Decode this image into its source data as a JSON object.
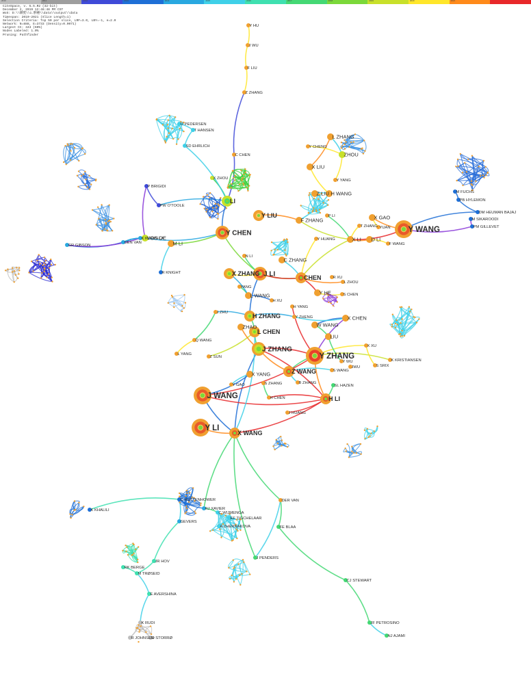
{
  "header": {
    "year_labels": [
      "2010",
      "2011",
      "2012",
      "2013",
      "2014",
      "2015",
      "2016",
      "2017",
      "2018",
      "2019",
      "2020",
      "2021"
    ],
    "year_colors": [
      "#bdbdbd",
      "#9e9e9e",
      "#3f4ad8",
      "#1e6fd6",
      "#29a8e0",
      "#3fd0e8",
      "#3fe0b0",
      "#44d874",
      "#7bd83a",
      "#c8e02a",
      "#ffe62a",
      "#ff8a1a",
      "#e8282a"
    ],
    "info_lines": [
      "CiteSpace, v. 5.5.R2 (32-bit)",
      "December 2, 2019 12:46:48 PM CST",
      "WoS: D:\\\\研究\\\\1.肝癌\\\\data\\\\output\\\\data",
      "Timespan: 2010-2021 (Slice Length=1)",
      "Selection Criteria: Top 50 per slice, LRF=3.0, LBY=-1, e=2.0",
      "Network: N=888, E=3733 (Density=0.0071)",
      "Largest CC: 343 (60%)",
      "Nodes Labeled: 1.0%",
      "Pruning: Pathfinder"
    ]
  },
  "network": {
    "nodes": [
      {
        "id": "yli",
        "label": "Y LI",
        "size": "xl",
        "rings": [
          "#f0a030",
          "#e85a2a",
          "#f8c860"
        ]
      },
      {
        "id": "jwang",
        "label": "J WANG",
        "size": "xl",
        "rings": [
          "#f0a030",
          "#e85a2a",
          "#f8c860"
        ]
      },
      {
        "id": "yzhang",
        "label": "Y ZHANG",
        "size": "xl",
        "rings": [
          "#f0a030",
          "#e8402a",
          "#f8c860"
        ]
      },
      {
        "id": "ywang",
        "label": "Y WANG",
        "size": "xl",
        "rings": [
          "#f0a030",
          "#e85a2a",
          "#f8c860"
        ]
      },
      {
        "id": "ychen",
        "label": "Y CHEN",
        "size": "l",
        "rings": [
          "#f0a030",
          "#e85a2a",
          "#f8c860"
        ]
      },
      {
        "id": "jli",
        "label": "J LI",
        "size": "l",
        "rings": [
          "#f0a030",
          "#e85a2a",
          "#f8c860"
        ]
      },
      {
        "id": "jzhang",
        "label": "J ZHANG",
        "size": "l",
        "rings": [
          "#f0a030",
          "#c8e02a",
          "#7bd83a"
        ]
      },
      {
        "id": "zwang",
        "label": "Z WANG",
        "size": "m",
        "rings": [
          "#f0a030",
          "#e85a2a"
        ]
      },
      {
        "id": "hzhang",
        "label": "H ZHANG",
        "size": "m",
        "rings": [
          "#f0a030",
          "#c8e02a"
        ]
      },
      {
        "id": "lchen",
        "label": "L CHEN",
        "size": "m",
        "rings": [
          "#f0a030",
          "#c8e02a"
        ]
      },
      {
        "id": "xwang",
        "label": "X WANG",
        "size": "m",
        "rings": [
          "#f0a030",
          "#e85a2a"
        ]
      },
      {
        "id": "xzhang",
        "label": "X ZHANG",
        "size": "m",
        "rings": [
          "#f0a030",
          "#c8e02a"
        ]
      },
      {
        "id": "chen",
        "label": "CHEN",
        "size": "m",
        "rings": [
          "#f0a030",
          "#e85a2a"
        ]
      },
      {
        "id": "yliu",
        "label": "Y LIU",
        "size": "m",
        "rings": [
          "#f0a030",
          "#f8c860"
        ]
      },
      {
        "id": "hli",
        "label": "H LI",
        "size": "m",
        "rings": [
          "#f0a030",
          "#e85a2a"
        ]
      },
      {
        "id": "li",
        "label": "LI",
        "size": "m",
        "rings": [
          "#c8e02a",
          "#44d874"
        ]
      },
      {
        "id": "xchen",
        "label": "X CHEN",
        "size": "s",
        "rings": [
          "#f0a030"
        ]
      },
      {
        "id": "wwang",
        "label": "W WANG",
        "size": "s",
        "rings": [
          "#f0a030"
        ]
      },
      {
        "id": "liu",
        "label": "LIU",
        "size": "s",
        "rings": [
          "#f0a030"
        ]
      },
      {
        "id": "xli",
        "label": "X LI",
        "size": "s",
        "rings": [
          "#f0a030"
        ]
      },
      {
        "id": "dli",
        "label": "D LI",
        "size": "s",
        "rings": [
          "#f0a030"
        ]
      },
      {
        "id": "xgao",
        "label": "X GAO",
        "size": "s",
        "rings": [
          "#f0a030"
        ]
      },
      {
        "id": "hwang",
        "label": "H WANG",
        "size": "s",
        "rings": [
          "#f0a030"
        ]
      },
      {
        "id": "zliu",
        "label": "Z LIU",
        "size": "s",
        "rings": [
          "#f0a030"
        ]
      },
      {
        "id": "fzhang",
        "label": "F ZHANG",
        "size": "s",
        "rings": [
          "#f0a030"
        ]
      },
      {
        "id": "xliu",
        "label": "X LIU",
        "size": "s",
        "rings": [
          "#f0a030"
        ]
      },
      {
        "id": "lzhang",
        "label": "L ZHANG",
        "size": "s",
        "rings": [
          "#f0a030"
        ]
      },
      {
        "id": "zhou",
        "label": "ZHOU",
        "size": "s",
        "rings": [
          "#c8e02a"
        ]
      },
      {
        "id": "czhang",
        "label": "C ZHANG",
        "size": "s",
        "rings": [
          "#f0a030"
        ]
      },
      {
        "id": "mli",
        "label": "M LI",
        "size": "s",
        "rings": [
          "#f0a030"
        ]
      },
      {
        "id": "lwang",
        "label": "L WANG",
        "size": "s",
        "rings": [
          "#f0a030"
        ]
      },
      {
        "id": "zhao",
        "label": "ZHAO",
        "size": "s",
        "rings": [
          "#f0a030"
        ]
      },
      {
        "id": "xyang",
        "label": "X YANG",
        "size": "s",
        "rings": [
          "#f0a030"
        ]
      },
      {
        "id": "yhe",
        "label": "Y HE",
        "size": "s",
        "rings": [
          "#f0a030"
        ]
      },
      {
        "id": "schen",
        "label": "S CHEN",
        "size": "xs",
        "rings": [
          "#f0a030"
        ]
      },
      {
        "id": "swang",
        "label": "S WANG",
        "size": "xs",
        "rings": [
          "#f0a030"
        ]
      },
      {
        "id": "bzhang",
        "label": "B ZHANG",
        "size": "xs",
        "rings": [
          "#f0a030"
        ]
      },
      {
        "id": "szhang",
        "label": "S ZHANG",
        "size": "xs",
        "rings": [
          "#f0a030"
        ]
      },
      {
        "id": "hchen",
        "label": "H CHEN",
        "size": "xs",
        "rings": [
          "#f0a030"
        ]
      },
      {
        "id": "ygao",
        "label": "Y GAO",
        "size": "xs",
        "rings": [
          "#f0a030"
        ]
      },
      {
        "id": "zsun",
        "label": "Z SUN",
        "size": "xs",
        "rings": [
          "#f0a030"
        ]
      },
      {
        "id": "lyang",
        "label": "L YANG",
        "size": "xs",
        "rings": [
          "#f0a030"
        ]
      },
      {
        "id": "qwang",
        "label": "Q WANG",
        "size": "xs",
        "rings": [
          "#f0a030"
        ]
      },
      {
        "id": "jzhu",
        "label": "J ZHU",
        "size": "xs",
        "rings": [
          "#f0a030"
        ]
      },
      {
        "id": "lzhou",
        "label": "L ZHOU",
        "size": "xs",
        "rings": [
          "#f0a030"
        ]
      },
      {
        "id": "yang",
        "label": "YANG",
        "size": "xs",
        "rings": [
          "#f0a030"
        ]
      },
      {
        "id": "rxu",
        "label": "R XU",
        "size": "xs",
        "rings": [
          "#f0a030"
        ]
      },
      {
        "id": "xxu",
        "label": "X XU",
        "size": "xs",
        "rings": [
          "#f0a030"
        ]
      },
      {
        "id": "hxu",
        "label": "H XU",
        "size": "xs",
        "rings": [
          "#f0a030"
        ]
      },
      {
        "id": "nli",
        "label": "N LI",
        "size": "xs",
        "rings": [
          "#f0a030"
        ]
      },
      {
        "id": "yuan",
        "label": "YUAN",
        "size": "xs",
        "rings": [
          "#f0a030"
        ]
      },
      {
        "id": "fwang",
        "label": "F WANG",
        "size": "xs",
        "rings": [
          "#f0a030"
        ]
      },
      {
        "id": "yyang",
        "label": "Y YANG",
        "size": "xs",
        "rings": [
          "#f0a030"
        ]
      },
      {
        "id": "xzhou",
        "label": "X ZHOU",
        "size": "xs",
        "rings": [
          "#c8e02a"
        ]
      },
      {
        "id": "cchen",
        "label": "C CHEN",
        "size": "xs",
        "rings": [
          "#f0a030"
        ]
      },
      {
        "id": "zzhang",
        "label": "Z ZHANG",
        "size": "xs",
        "rings": [
          "#f0a030"
        ]
      },
      {
        "id": "fliu",
        "label": "F LIU",
        "size": "xs",
        "rings": [
          "#f0a030"
        ]
      },
      {
        "id": "jwu",
        "label": "J WU",
        "size": "xs",
        "rings": [
          "#f0a030"
        ]
      },
      {
        "id": "yhu",
        "label": "Y HU",
        "size": "xs",
        "rings": [
          "#f0a030"
        ]
      },
      {
        "id": "ycheng",
        "label": "Y CHENG",
        "size": "xs",
        "rings": [
          "#f0a030"
        ]
      },
      {
        "id": "vosde",
        "label": "VOS DE",
        "size": "s",
        "rings": [
          "#c8e02a"
        ]
      },
      {
        "id": "grgibson",
        "label": "GR GIBSON",
        "size": "xs",
        "rings": [
          "#29a8e0"
        ]
      },
      {
        "id": "pbrigidi",
        "label": "P BRIGIDI",
        "size": "xs",
        "rings": [
          "#3f4ad8"
        ]
      },
      {
        "id": "pwotoole",
        "label": "PW O'TOOLE",
        "size": "xs",
        "rings": [
          "#3f4ad8"
        ]
      },
      {
        "id": "kkorpela",
        "label": "K KORPELA",
        "size": "xs",
        "rings": [
          "#29a8e0"
        ]
      },
      {
        "id": "denvan",
        "label": "DEN VAN",
        "size": "xs",
        "rings": [
          "#29a8e0"
        ]
      },
      {
        "id": "opedersen",
        "label": "O PEDERSEN",
        "size": "xs",
        "rings": [
          "#3fd0e8"
        ]
      },
      {
        "id": "thansen",
        "label": "T HANSEN",
        "size": "xs",
        "rings": [
          "#3fd0e8"
        ]
      },
      {
        "id": "sdehrlich",
        "label": "SD EHRLICH",
        "size": "xs",
        "rings": [
          "#3fd0e8"
        ]
      },
      {
        "id": "pbhylemon",
        "label": "PB HYLEMON",
        "size": "xs",
        "rings": [
          "#1e6fd6"
        ]
      },
      {
        "id": "pmgillevet",
        "label": "PM GILLEVET",
        "size": "xs",
        "rings": [
          "#1e6fd6"
        ]
      },
      {
        "id": "msikaroodi",
        "label": "M SIKAROODI",
        "size": "xs",
        "rings": [
          "#1e6fd6"
        ]
      },
      {
        "id": "heumanbajaj",
        "label": "DM HEUMAN BAJAJ",
        "size": "xs",
        "rings": [
          "#1e6fd6"
        ]
      },
      {
        "id": "mfuchs",
        "label": "M FUCHS",
        "size": "xs",
        "rings": [
          "#1e6fd6"
        ]
      },
      {
        "id": "xjwu",
        "label": "JWU",
        "size": "xs",
        "rings": [
          "#f0a030"
        ]
      },
      {
        "id": "kristiansen",
        "label": "K KRISTIANSEN",
        "size": "xs",
        "rings": [
          "#f0a030"
        ]
      },
      {
        "id": "dervan",
        "label": "DER VAN",
        "size": "xs",
        "rings": [
          "#f0a030"
        ]
      },
      {
        "id": "febla",
        "label": "FE BLAA",
        "size": "xs",
        "rings": [
          "#44d874"
        ]
      },
      {
        "id": "jpenders",
        "label": "J PENDERS",
        "size": "xs",
        "rings": [
          "#44d874"
        ]
      },
      {
        "id": "cjstewart",
        "label": "CJ STEWART",
        "size": "xs",
        "rings": [
          "#44d874"
        ]
      },
      {
        "id": "jfpetrosino",
        "label": "JF PETROSINO",
        "size": "xs",
        "rings": [
          "#44d874"
        ]
      },
      {
        "id": "njajami",
        "label": "NJ AJAMI",
        "size": "xs",
        "rings": [
          "#44d874"
        ]
      },
      {
        "id": "krudi",
        "label": "K RUDI",
        "size": "xs",
        "rings": [
          "#bdbdbd"
        ]
      },
      {
        "id": "rjohnsen",
        "label": "R JOHNSEN",
        "size": "xs",
        "rings": [
          "#bdbdbd"
        ]
      },
      {
        "id": "dstorro",
        "label": "D STORRØ",
        "size": "xs",
        "rings": [
          "#bdbdbd"
        ]
      },
      {
        "id": "rkberge",
        "label": "RK BERGE",
        "size": "xs",
        "rings": [
          "#3fe0b0"
        ]
      },
      {
        "id": "mtroseid",
        "label": "M TRØSEID",
        "size": "xs",
        "rings": [
          "#3fe0b0"
        ]
      },
      {
        "id": "jrhov",
        "label": "JR HOV",
        "size": "xs",
        "rings": [
          "#3fe0b0"
        ]
      },
      {
        "id": "eavershina",
        "label": "E AVERSHINA",
        "size": "xs",
        "rings": [
          "#3fe0b0"
        ]
      },
      {
        "id": "kkhalili",
        "label": "K KHALILI",
        "size": "xs",
        "rings": [
          "#1e6fd6"
        ]
      },
      {
        "id": "gevers",
        "label": "GEVERS",
        "size": "xs",
        "rings": [
          "#29a8e0"
        ]
      },
      {
        "id": "rjxavier",
        "label": "RJ XAVIER",
        "size": "xs",
        "rings": [
          "#29a8e0"
        ]
      },
      {
        "id": "cwijmenga",
        "label": "C WIJMENGA",
        "size": "xs",
        "rings": [
          "#3fd0e8"
        ]
      },
      {
        "id": "zhernakova",
        "label": "A ZHERNAKOVA",
        "size": "xs",
        "rings": [
          "#3fd0e8"
        ]
      },
      {
        "id": "tigchelaar",
        "label": "EF TIGCHELAAR",
        "size": "xs",
        "rings": [
          "#3fd0e8"
        ]
      },
      {
        "id": "huttenhower",
        "label": "C HUTTENHOWER",
        "size": "xs",
        "rings": [
          "#1e6fd6"
        ]
      },
      {
        "id": "hhazen",
        "label": "SL HAZEN",
        "size": "xs",
        "rings": [
          "#44d874"
        ]
      },
      {
        "id": "ssrix",
        "label": "S SRIX",
        "size": "xs",
        "rings": [
          "#f0a030"
        ]
      },
      {
        "id": "jhuang",
        "label": "J HUANG",
        "size": "xs",
        "rings": [
          "#f0a030"
        ]
      },
      {
        "id": "hyang",
        "label": "H YANG",
        "size": "xs",
        "rings": [
          "#f0a030"
        ]
      },
      {
        "id": "ywu",
        "label": "Y WU",
        "size": "xs",
        "rings": [
          "#f0a030"
        ]
      },
      {
        "id": "yzheng",
        "label": "Y ZHENG",
        "size": "xs",
        "rings": [
          "#f0a030"
        ]
      },
      {
        "id": "rknight",
        "label": "R KNIGHT",
        "size": "xs",
        "rings": [
          "#1e6fd6"
        ]
      },
      {
        "id": "tzhang",
        "label": "T ZHANG",
        "size": "xs",
        "rings": [
          "#f0a030"
        ]
      },
      {
        "id": "pli",
        "label": "P LI",
        "size": "xs",
        "rings": [
          "#f0a030"
        ]
      },
      {
        "id": "yhuang",
        "label": "Y HUANG",
        "size": "xs",
        "rings": [
          "#f0a030"
        ]
      }
    ]
  }
}
